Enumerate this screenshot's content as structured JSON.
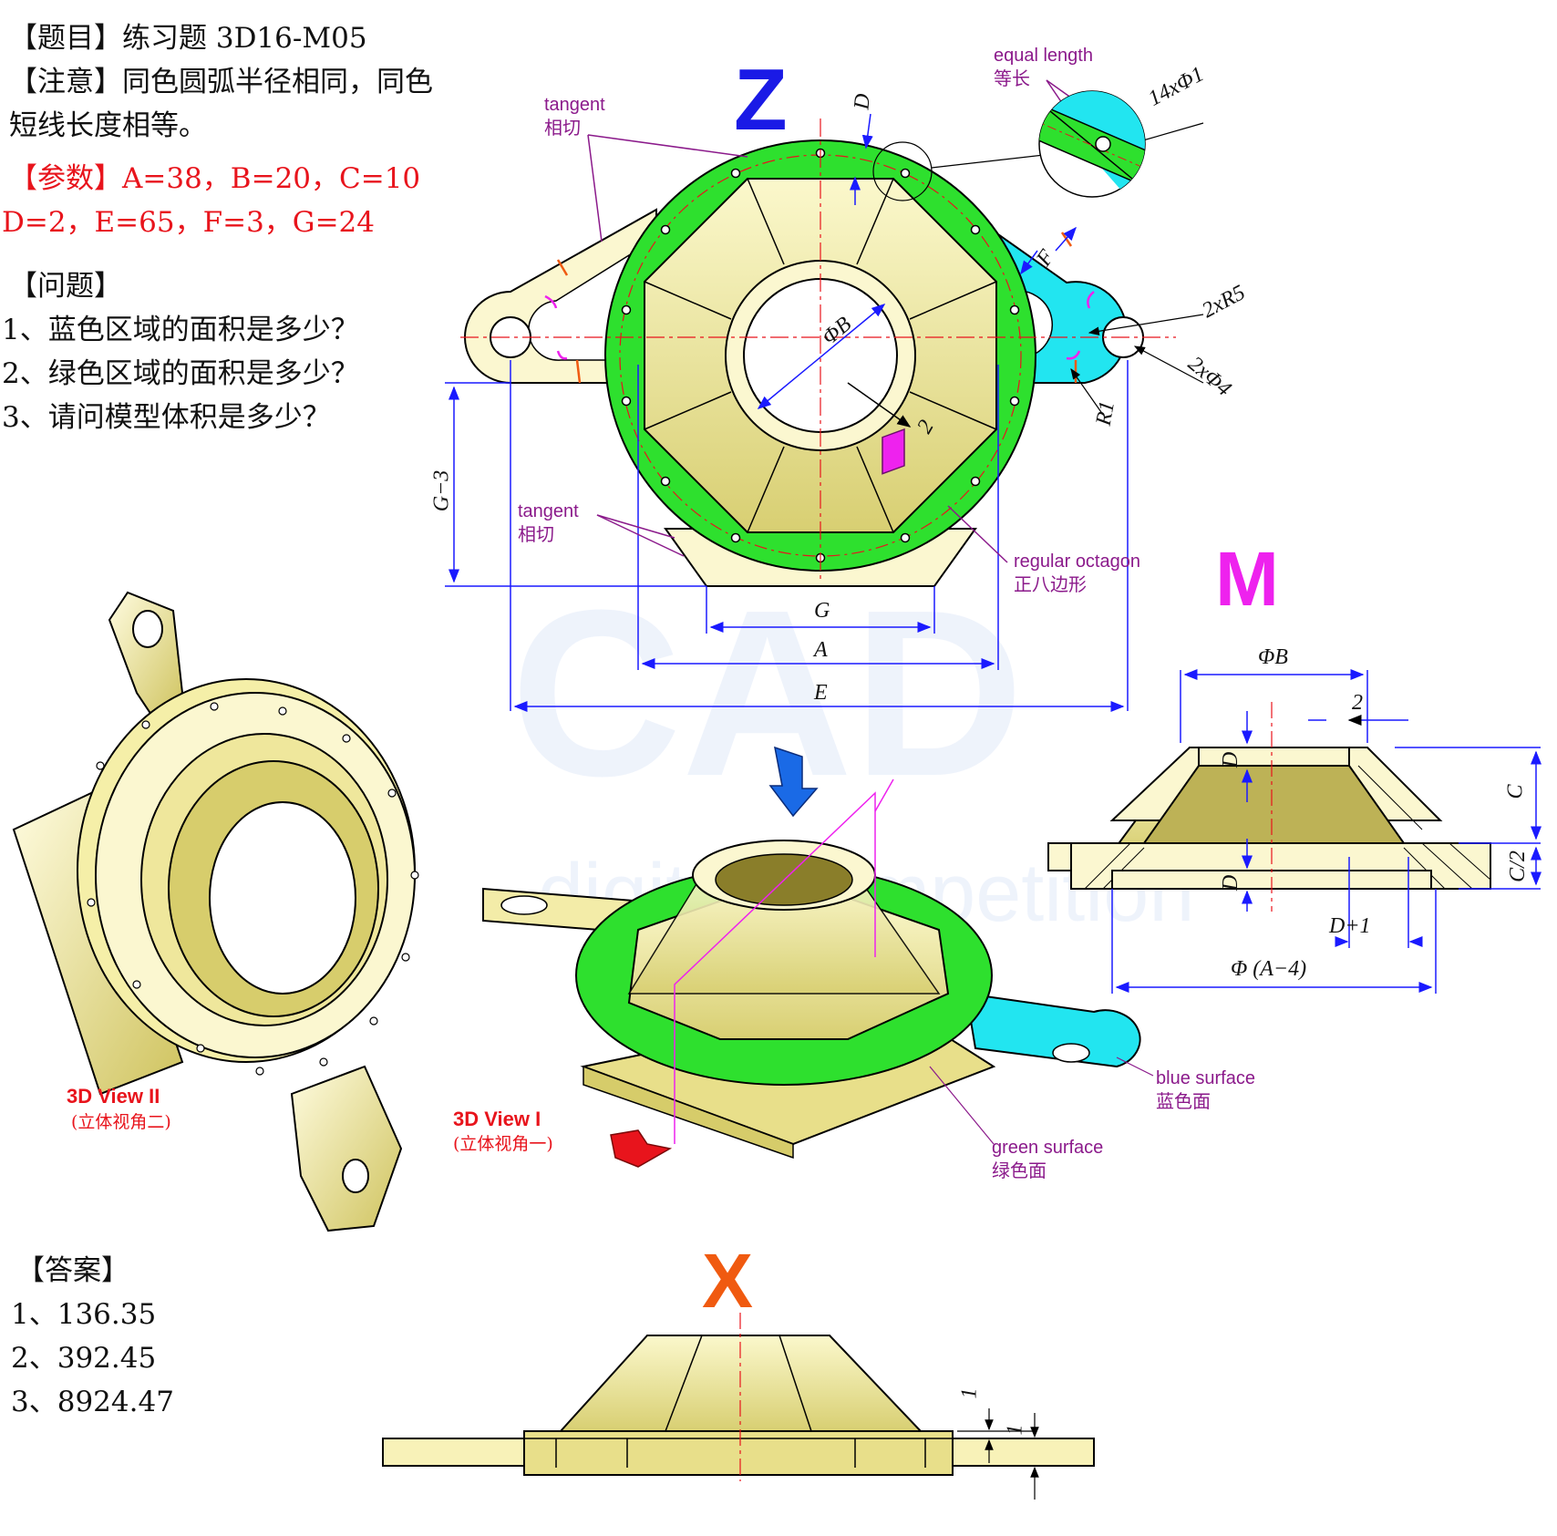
{
  "problem": {
    "title": "【题目】练习题 3D16-M05",
    "note_line1": "【注意】同色圆弧半径相同，同色",
    "note_line2": "短线长度相等。",
    "params_line1": "【参数】A=38，B=20，C=10",
    "params_line2": "D=2，E=65，F=3，G=24",
    "questions_header": "【问题】",
    "questions": [
      "1、蓝色区域的面积是多少？",
      "2、绿色区域的面积是多少？",
      "3、请问模型体积是多少？"
    ]
  },
  "answers": {
    "header": "【答案】",
    "items": [
      "1、136.35",
      "2、392.45",
      "3、8924.47"
    ]
  },
  "view_letters": {
    "z": "Z",
    "m": "M",
    "x": "X"
  },
  "callouts": {
    "equal_length_en": "equal length",
    "equal_length_zh": "等长",
    "tangent_top_en": "tangent",
    "tangent_top_zh": "相切",
    "tangent_bottom_en": "tangent",
    "tangent_bottom_zh": "相切",
    "regular_octagon_en": "regular octagon",
    "regular_octagon_zh": "正八边形",
    "blue_surface_en": "blue surface",
    "blue_surface_zh": "蓝色面",
    "green_surface_en": "green surface",
    "green_surface_zh": "绿色面",
    "view1_en": "3D View I",
    "view1_zh": "(立体视角一)",
    "view2_en": "3D View II",
    "view2_zh": "(立体视角二)"
  },
  "dimensions": {
    "holes14": "14xΦ1",
    "r5": "2xR5",
    "phi4": "2xΦ4",
    "r1": "R1",
    "f": "F",
    "d_top": "D",
    "phiB_top": "ΦB",
    "two_top": "2",
    "g_minus_3": "G−3",
    "g": "G",
    "a": "A",
    "e": "E",
    "phiB_m": "ΦB",
    "two_m": "2",
    "c": "C",
    "c_half": "C/2",
    "d_m1": "D",
    "d_m2": "D",
    "d_plus_1": "D+1",
    "phi_a4": "Φ (A−4)",
    "one_x1": "1",
    "one_x2": "1"
  },
  "colors": {
    "green": "#2ee02e",
    "blue": "#22e5f0",
    "body": "#f3f0b0",
    "dim_blue": "#1a1aff",
    "center_red": "#e8141c",
    "callout_purple": "#8b1a8b",
    "view_letter_blue": "#1a1ae6",
    "view_letter_magenta": "#ee22ee",
    "view_letter_orange": "#f05a10"
  }
}
